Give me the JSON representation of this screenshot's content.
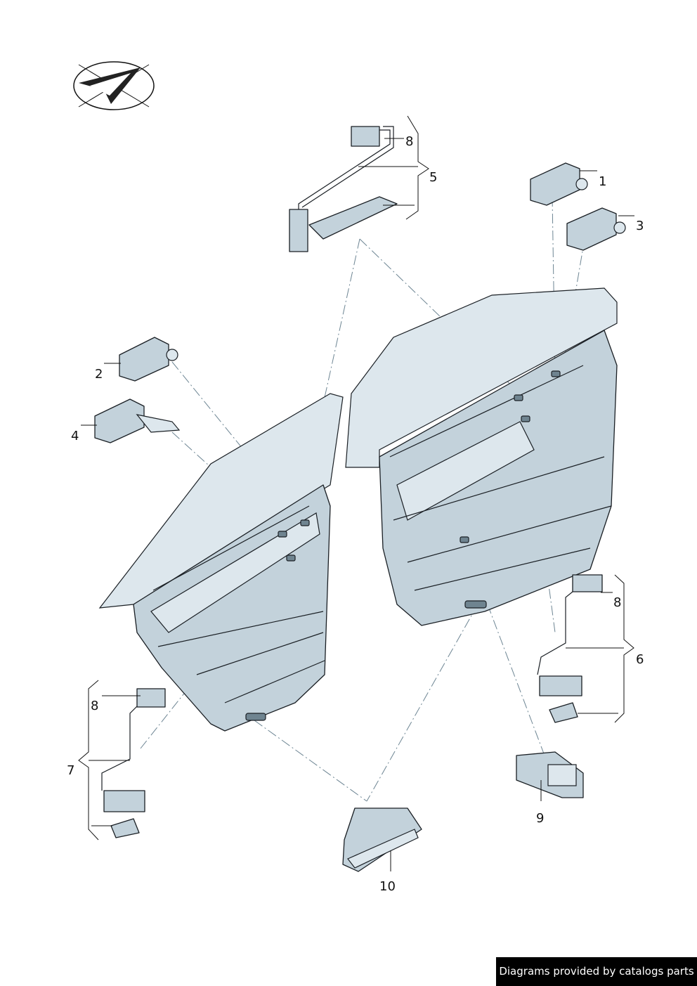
{
  "callouts": {
    "c1": "1",
    "c2": "2",
    "c3": "3",
    "c4": "4",
    "c5": "5",
    "c6": "6",
    "c7": "7",
    "c8a": "8",
    "c8b": "8",
    "c8c": "8",
    "c9": "9",
    "c10": "10"
  },
  "footer": "Diagrams provided by catalogs parts",
  "colors": {
    "part": "#c3d2db",
    "part_light": "#dde7ed",
    "ink": "#1a1f24",
    "footer_bg": "#000000"
  }
}
